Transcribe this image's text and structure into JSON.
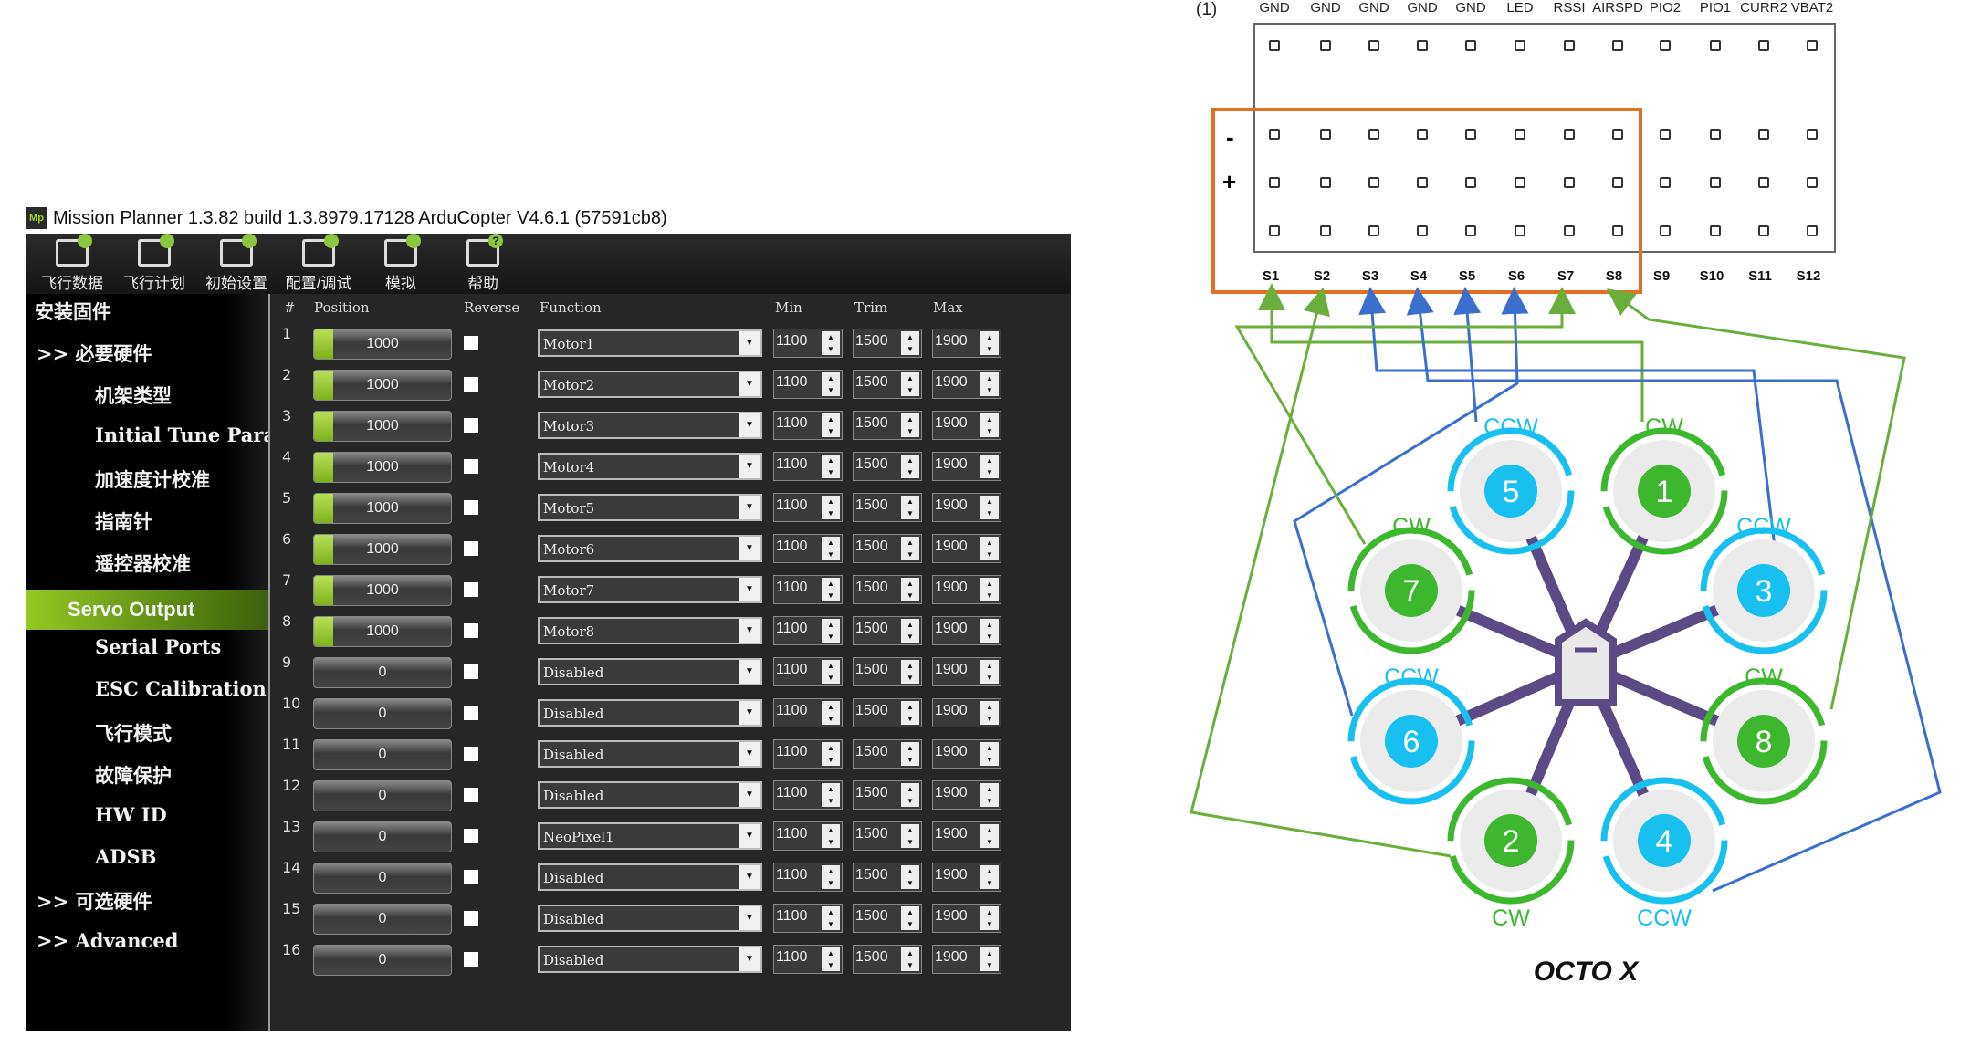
{
  "window": {
    "title": "Mission Planner 1.3.82 build 1.3.8979.17128 ArduCopter V4.6.1 (57591cb8)",
    "logo": "Mp"
  },
  "toolbar": [
    {
      "label": "飞行数据",
      "icon": "flight-data-icon"
    },
    {
      "label": "飞行计划",
      "icon": "flight-plan-icon"
    },
    {
      "label": "初始设置",
      "icon": "initial-setup-icon"
    },
    {
      "label": "配置/调试",
      "icon": "config-tuning-icon"
    },
    {
      "label": "模拟",
      "icon": "simulation-icon"
    },
    {
      "label": "帮助",
      "icon": "help-icon"
    }
  ],
  "sidebar": {
    "items": [
      {
        "label": "安装固件"
      },
      {
        "label": ">> 必要硬件"
      },
      {
        "label": "机架类型"
      },
      {
        "label": "Initial Tune Parameters"
      },
      {
        "label": "加速度计校准"
      },
      {
        "label": "指南针"
      },
      {
        "label": "遥控器校准"
      },
      {
        "label": "Servo Output",
        "selected": true
      },
      {
        "label": "Serial Ports"
      },
      {
        "label": "ESC Calibration"
      },
      {
        "label": "飞行模式"
      },
      {
        "label": "故障保护"
      },
      {
        "label": "HW ID"
      },
      {
        "label": "ADSB"
      },
      {
        "label": ">> 可选硬件"
      },
      {
        "label": ">> Advanced"
      }
    ]
  },
  "servo_table": {
    "headers": {
      "num": "#",
      "position": "Position",
      "reverse": "Reverse",
      "function": "Function",
      "min": "Min",
      "trim": "Trim",
      "max": "Max"
    },
    "rows": [
      {
        "num": "1",
        "position": "1000",
        "fill": 0.14,
        "reverse": false,
        "function": "Motor1",
        "min": "1100",
        "trim": "1500",
        "max": "1900"
      },
      {
        "num": "2",
        "position": "1000",
        "fill": 0.14,
        "reverse": false,
        "function": "Motor2",
        "min": "1100",
        "trim": "1500",
        "max": "1900"
      },
      {
        "num": "3",
        "position": "1000",
        "fill": 0.14,
        "reverse": false,
        "function": "Motor3",
        "min": "1100",
        "trim": "1500",
        "max": "1900"
      },
      {
        "num": "4",
        "position": "1000",
        "fill": 0.14,
        "reverse": false,
        "function": "Motor4",
        "min": "1100",
        "trim": "1500",
        "max": "1900"
      },
      {
        "num": "5",
        "position": "1000",
        "fill": 0.14,
        "reverse": false,
        "function": "Motor5",
        "min": "1100",
        "trim": "1500",
        "max": "1900"
      },
      {
        "num": "6",
        "position": "1000",
        "fill": 0.14,
        "reverse": false,
        "function": "Motor6",
        "min": "1100",
        "trim": "1500",
        "max": "1900"
      },
      {
        "num": "7",
        "position": "1000",
        "fill": 0.14,
        "reverse": false,
        "function": "Motor7",
        "min": "1100",
        "trim": "1500",
        "max": "1900"
      },
      {
        "num": "8",
        "position": "1000",
        "fill": 0.14,
        "reverse": false,
        "function": "Motor8",
        "min": "1100",
        "trim": "1500",
        "max": "1900"
      },
      {
        "num": "9",
        "position": "0",
        "fill": 0,
        "reverse": false,
        "function": "Disabled",
        "min": "1100",
        "trim": "1500",
        "max": "1900"
      },
      {
        "num": "10",
        "position": "0",
        "fill": 0,
        "reverse": false,
        "function": "Disabled",
        "min": "1100",
        "trim": "1500",
        "max": "1900"
      },
      {
        "num": "11",
        "position": "0",
        "fill": 0,
        "reverse": false,
        "function": "Disabled",
        "min": "1100",
        "trim": "1500",
        "max": "1900"
      },
      {
        "num": "12",
        "position": "0",
        "fill": 0,
        "reverse": false,
        "function": "Disabled",
        "min": "1100",
        "trim": "1500",
        "max": "1900"
      },
      {
        "num": "13",
        "position": "0",
        "fill": 0,
        "reverse": false,
        "function": "NeoPixel1",
        "min": "1100",
        "trim": "1500",
        "max": "1900"
      },
      {
        "num": "14",
        "position": "0",
        "fill": 0,
        "reverse": false,
        "function": "Disabled",
        "min": "1100",
        "trim": "1500",
        "max": "1900"
      },
      {
        "num": "15",
        "position": "0",
        "fill": 0,
        "reverse": false,
        "function": "Disabled",
        "min": "1100",
        "trim": "1500",
        "max": "1900"
      },
      {
        "num": "16",
        "position": "0",
        "fill": 0,
        "reverse": false,
        "function": "Disabled",
        "min": "1100",
        "trim": "1500",
        "max": "1900"
      }
    ]
  },
  "diagram": {
    "label": "(1)",
    "top_labels": [
      "GND",
      "GND",
      "GND",
      "GND",
      "GND",
      "LED",
      "RSSI",
      "AIRSPD",
      "PIO2",
      "PIO1",
      "CURR2",
      "VBAT2"
    ],
    "servo_labels": [
      "S1",
      "S2",
      "S3",
      "S4",
      "S5",
      "S6",
      "S7",
      "S8",
      "S9",
      "S10",
      "S11",
      "S12"
    ],
    "minus": "-",
    "plus": "+",
    "frame_title": "OCTO X",
    "colors": {
      "cw": "#3cb72e",
      "ccw": "#18c0f0",
      "highlight": "#e36f22",
      "wire_green": "#6aae3c",
      "wire_blue": "#3a6fce",
      "arm": "#5c4a86"
    },
    "motors": [
      {
        "number": "1",
        "direction": "CW"
      },
      {
        "number": "2",
        "direction": "CW"
      },
      {
        "number": "3",
        "direction": "CCW"
      },
      {
        "number": "4",
        "direction": "CCW"
      },
      {
        "number": "5",
        "direction": "CCW"
      },
      {
        "number": "6",
        "direction": "CCW"
      },
      {
        "number": "7",
        "direction": "CW"
      },
      {
        "number": "8",
        "direction": "CW"
      }
    ]
  }
}
